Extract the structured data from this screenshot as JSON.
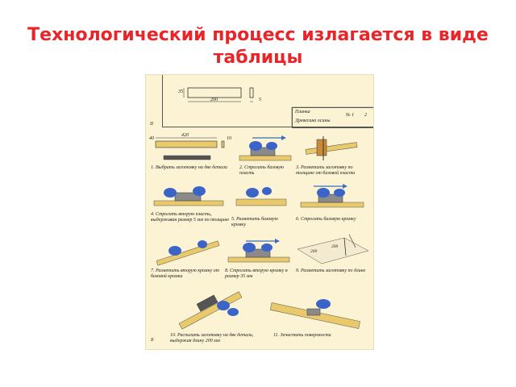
{
  "title_line1": "Технологический процесс излагается в виде",
  "title_line2": "таблицы",
  "colors": {
    "title": "#e8262a",
    "sheet": "#fbf3d3",
    "wood": "#e9c96a",
    "hand": "#3a64c8",
    "arrow": "#3b6fb6"
  },
  "sheet": {
    "section_labels": [
      "II",
      "Б"
    ],
    "drawing_dims": {
      "height": "35",
      "length": "200",
      "thickness": "5"
    },
    "stamp": {
      "name": "Планка",
      "material": "Древесина осины",
      "number": "№ 1",
      "sheet": "2"
    },
    "blank_dims": {
      "height": "40",
      "length": "420",
      "thickness": "10"
    },
    "steps": [
      "1. Выбрать заготовку на две детали",
      "2. Строгать базовую пласть",
      "3. Разметить заготовку по толщине от базовой пласти",
      "4. Строгать вторую пласть, выдерживая размер 5 мм по толщине",
      "5. Разметить базовую кромку",
      "6. Строгать базовую кромку",
      "7. Разметить вторую кромку от базовой кромки",
      "8. Строгать вторую кромку в размер 35 мм",
      "9. Разметить заготовку по длине",
      "10. Распилить заготовку на две детали, выдержав длину 200 мм",
      "11. Зачистить поверхности"
    ],
    "step9_dims": [
      "200",
      "200"
    ]
  }
}
